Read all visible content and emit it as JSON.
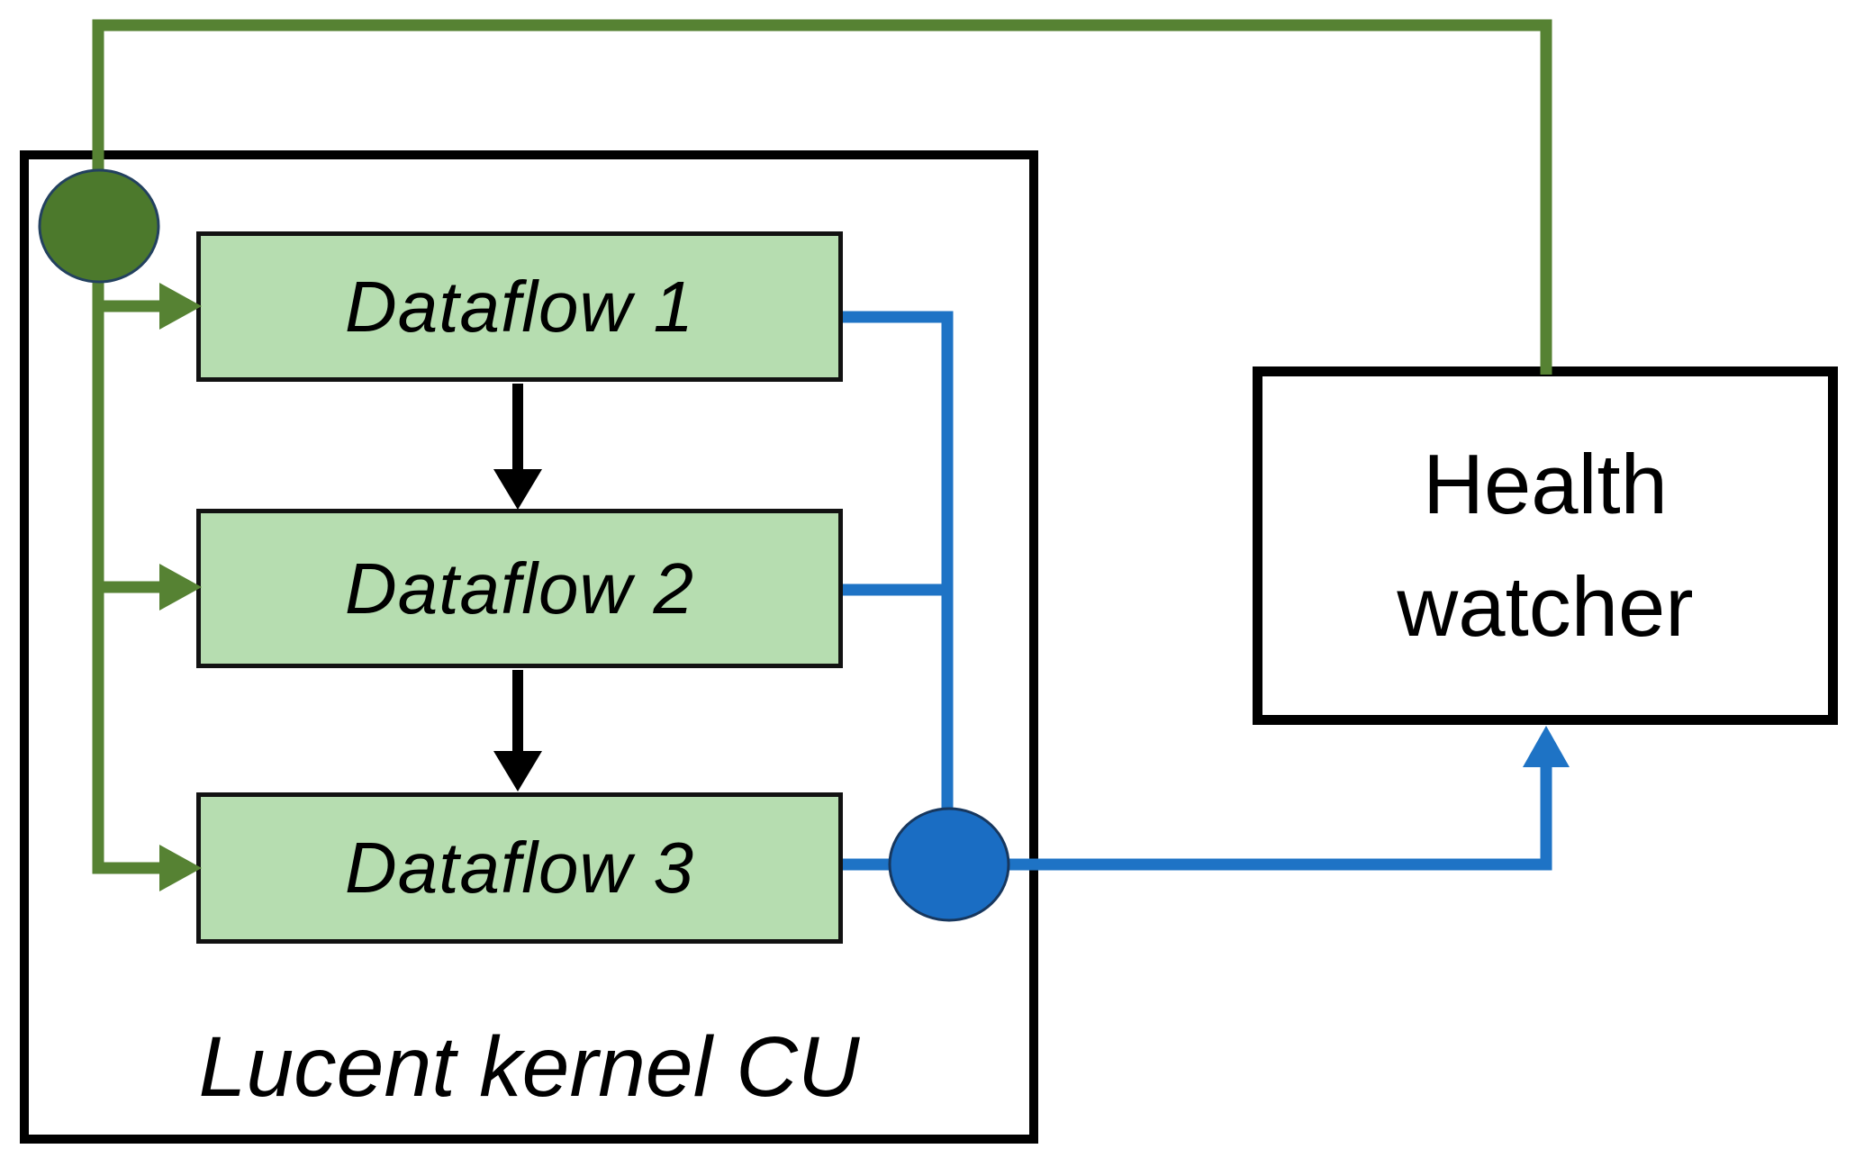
{
  "nodes": {
    "dataflow1": {
      "label": "Dataflow 1"
    },
    "dataflow2": {
      "label": "Dataflow 2"
    },
    "dataflow3": {
      "label": "Dataflow 3"
    },
    "container": {
      "label": "Lucent kernel CU"
    },
    "health_watcher": {
      "line1": "Health",
      "line2": "watcher"
    }
  },
  "edges": [
    {
      "id": "green-control-loop",
      "from": "health_watcher",
      "to": "start_junction",
      "style": "green",
      "arrow": false
    },
    {
      "id": "green-start-dataflow1",
      "from": "start_junction",
      "to": "dataflow1",
      "style": "green",
      "arrow": true
    },
    {
      "id": "green-start-dataflow2",
      "from": "start_junction",
      "to": "dataflow2",
      "style": "green",
      "arrow": true
    },
    {
      "id": "green-start-dataflow3",
      "from": "start_junction",
      "to": "dataflow3",
      "style": "green",
      "arrow": true
    },
    {
      "id": "pipeline-dataflow1-dataflow2",
      "from": "dataflow1",
      "to": "dataflow2",
      "style": "black",
      "arrow": true
    },
    {
      "id": "pipeline-dataflow2-dataflow3",
      "from": "dataflow2",
      "to": "dataflow3",
      "style": "black",
      "arrow": true
    },
    {
      "id": "blue-status-dataflow1",
      "from": "dataflow1",
      "to": "collect_junction",
      "style": "blue",
      "arrow": false
    },
    {
      "id": "blue-status-dataflow2",
      "from": "dataflow2",
      "to": "collect_junction",
      "style": "blue",
      "arrow": false
    },
    {
      "id": "blue-status-dataflow3",
      "from": "dataflow3",
      "to": "collect_junction",
      "style": "blue",
      "arrow": false
    },
    {
      "id": "blue-to-health-watcher",
      "from": "collect_junction",
      "to": "health_watcher",
      "style": "blue",
      "arrow": true
    }
  ],
  "colors": {
    "bg": "#ffffff",
    "text_color": "#000000",
    "frame_border": "#000000",
    "node_border": "#121212",
    "node_fill": "#b6ddb0",
    "green_line": "#568233",
    "green_circle_fill": "#4c792c",
    "green_circle_stroke": "#23415f",
    "blue_line": "#1e73c5",
    "blue_circle_fill": "#1a6dc3",
    "blue_circle_stroke": "#17375e"
  }
}
